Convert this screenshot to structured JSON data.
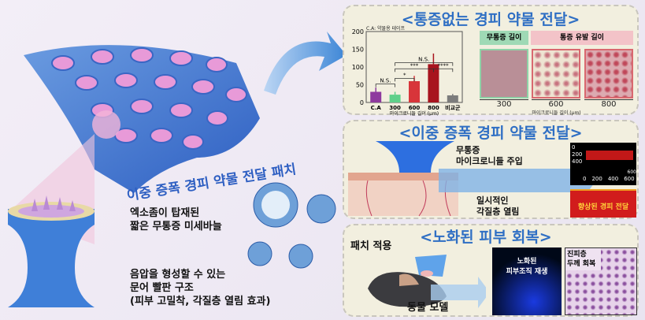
{
  "left": {
    "patch_label": "이중 증폭 경피 약물 전달 패치",
    "needle_label_line1": "엑소좀이 탑재된",
    "needle_label_line2": "짧은 무통증 미세바늘",
    "sucker_label_line1": "음압을 형성할 수 있는",
    "sucker_label_line2": "문어 빨판 구조",
    "sucker_label_line3": "(피부 고밀착, 각질층 열림 효과)"
  },
  "panel1": {
    "title": "<통증없는 경피 약물 전달>",
    "chart_note": "C.A: 약물용 테이프",
    "painless_header": "무통증 길이",
    "pain_header": "통증 유발 길이",
    "image_labels": [
      "300",
      "600",
      "800"
    ],
    "image_xlabel": "마이크로니들 길이 (μm)"
  },
  "chart_data": {
    "type": "bar",
    "categories": [
      "C.A",
      "300",
      "600",
      "800",
      "비교군"
    ],
    "values": [
      30,
      22,
      60,
      108,
      20
    ],
    "errors": [
      12,
      8,
      15,
      30,
      4
    ],
    "colors": [
      "#8e3a9e",
      "#5fd08a",
      "#d8353a",
      "#a8141e",
      "#7c7c7c"
    ],
    "xlabel": "마이크로니들 길이 (μm)",
    "ylim": [
      0,
      200
    ],
    "yticks": [
      0,
      50,
      100,
      150,
      200
    ],
    "significance": [
      {
        "from": "C.A",
        "to": "300",
        "label": "N.S."
      },
      {
        "from": "300",
        "to": "600",
        "label": "*"
      },
      {
        "from": "300",
        "to": "800",
        "label": "***"
      },
      {
        "from": "800",
        "to": "비교군",
        "label": "****"
      },
      {
        "from": "300",
        "to": "비교군",
        "label": "N.S."
      }
    ]
  },
  "panel2": {
    "title": "<이중 증폭 경피 약물 전달>",
    "label1_line1": "무통증",
    "label1_line2": "마이크로니들 주입",
    "label2_line1": "일시적인",
    "label2_line2": "각질층 열림",
    "axis_ticks_y": [
      "0",
      "200",
      "400"
    ],
    "axis_ticks_x": [
      "0",
      "200",
      "400",
      "600"
    ],
    "axis_tick_z": "600",
    "enhanced_label": "향상된 경피 전달"
  },
  "panel3": {
    "title": "<노화된 피부 회복>",
    "patch_apply": "패치 적용",
    "animal_model": "동물 모델",
    "regen_line1": "노화된",
    "regen_line2": "피부조직 재생",
    "dermis_line1": "진피층",
    "dermis_line2": "두께 회복"
  }
}
